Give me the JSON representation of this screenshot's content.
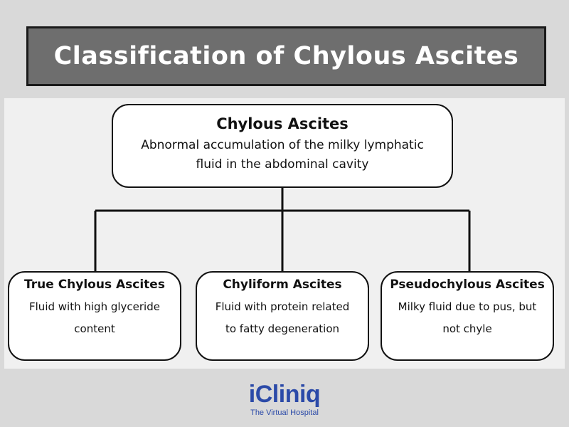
{
  "title": "Classification of Chylous Ascites",
  "root": {
    "title": "Chylous Ascites",
    "line1": "Abnormal accumulation of the milky lymphatic",
    "line2": "fluid in the abdominal cavity"
  },
  "children": [
    {
      "title": "True Chylous Ascites",
      "line1": "Fluid with high glyceride",
      "line2": "content"
    },
    {
      "title": "Chyliform Ascites",
      "line1": "Fluid with protein related",
      "line2": "to fatty degeneration"
    },
    {
      "title": "Pseudochylous Ascites",
      "line1": "Milky fluid due to pus, but",
      "line2": "not chyle"
    }
  ],
  "logo": {
    "name": "iCliniq",
    "tagline": "The Virtual Hospital"
  },
  "colors": {
    "background": "#d9d9d9",
    "title_bar": "#6e6e6e",
    "panel": "#f0f0f0",
    "brand": "#2b4aa8"
  }
}
